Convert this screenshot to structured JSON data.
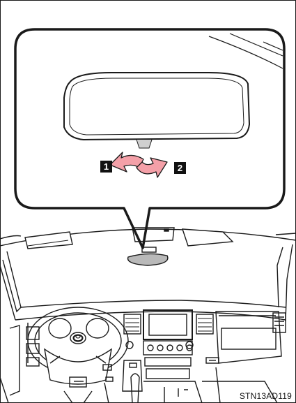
{
  "callouts": {
    "one": "1",
    "two": "2"
  },
  "caption": "STN13AD119",
  "colors": {
    "outline": "#1a1a1a",
    "arrow_fill": "#f4a0a8",
    "mirror_fill": "#ffffff",
    "badge_bg": "#111111"
  },
  "icons": {
    "arrow_pair": "curved-tilt-arrows-icon",
    "vehicle_logo": "toyota-emblem-icon"
  }
}
